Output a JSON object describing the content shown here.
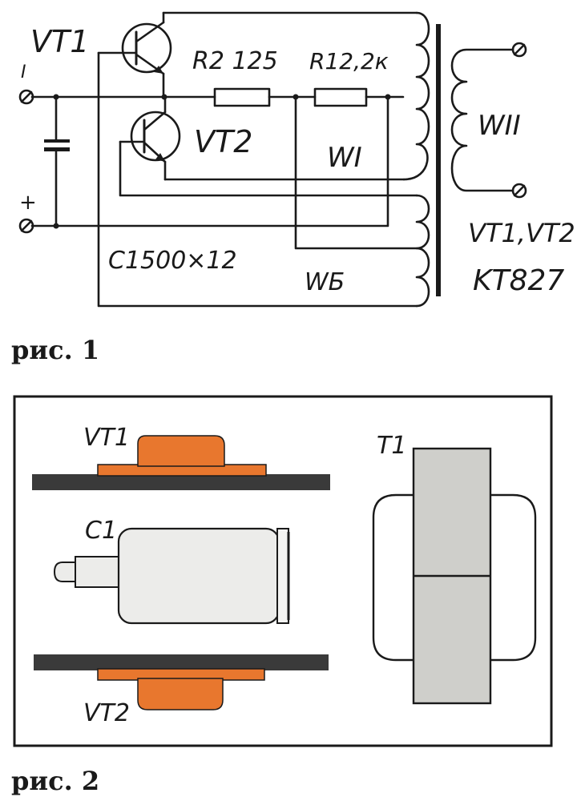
{
  "figure1": {
    "caption": "рис. 1",
    "labels": {
      "vt1": "VT1",
      "vt2": "VT2",
      "r2": "R2 125",
      "r1": "R12,2к",
      "w1": "WI",
      "w2": "WII",
      "wb": "WБ",
      "c1": "C1500×12",
      "minus": "I",
      "plus": "+",
      "transistors": "VT1,VT2",
      "part_number": "KT827"
    }
  },
  "figure2": {
    "caption": "рис. 2",
    "labels": {
      "vt1": "VT1",
      "c1": "C1",
      "vt2": "VT2",
      "t1": "T1"
    }
  },
  "colors": {
    "ink": "#1a1a1a",
    "transistor_orange": "#e8772e",
    "heatsink": "#3a3a3a",
    "capacitor_body": "#ececea",
    "core_gray": "#cfcfcb"
  }
}
